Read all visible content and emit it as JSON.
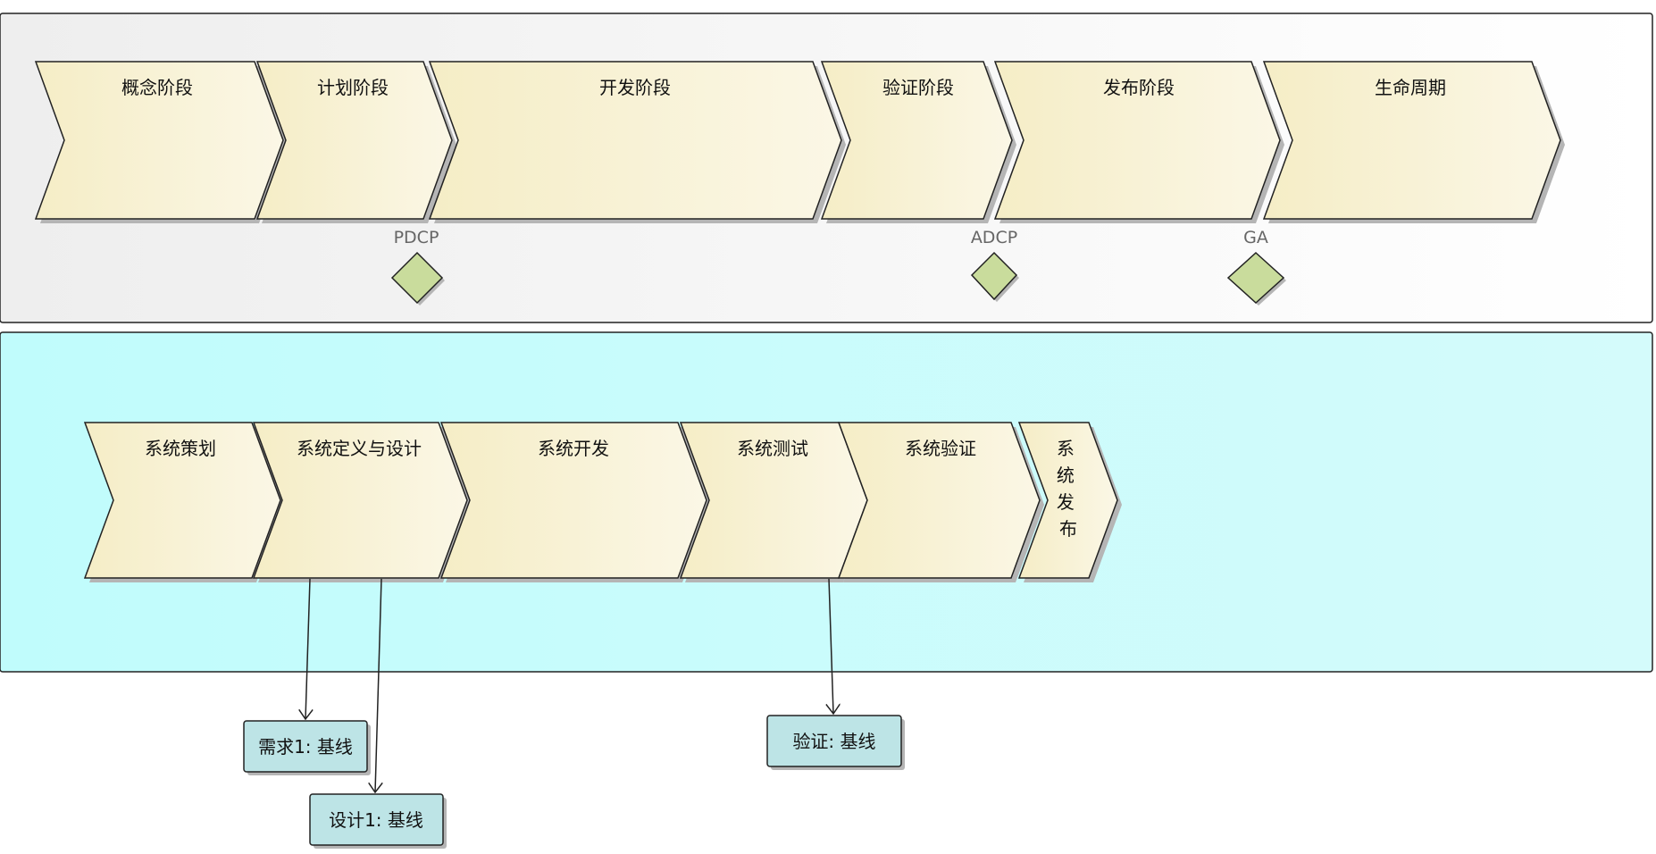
{
  "lanes": {
    "top": {
      "phases": [
        "概念阶段",
        "计划阶段",
        "开发阶段",
        "验证阶段",
        "发布阶段",
        "生命周期"
      ]
    },
    "bottom": {
      "phases": [
        "系统策划",
        "系统定义与设计",
        "系统开发",
        "系统测试",
        "系统验证",
        "系统发布"
      ]
    }
  },
  "milestones": [
    "PDCP",
    "ADCP",
    "GA"
  ],
  "baselines": [
    "需求1: 基线",
    "设计1: 基线",
    "验证: 基线"
  ],
  "colors": {
    "top_lane_gradient": [
      "#eeeeee",
      "#ffffff"
    ],
    "bottom_lane_gradient": [
      "#c0fcfc",
      "#d4fbfb"
    ],
    "phase_fill_gradient": [
      "#f5edc6",
      "#fbf7e6"
    ],
    "milestone_fill": "#c9dc9c",
    "baseline_fill": "#bde4e6",
    "outline": "#222222"
  }
}
